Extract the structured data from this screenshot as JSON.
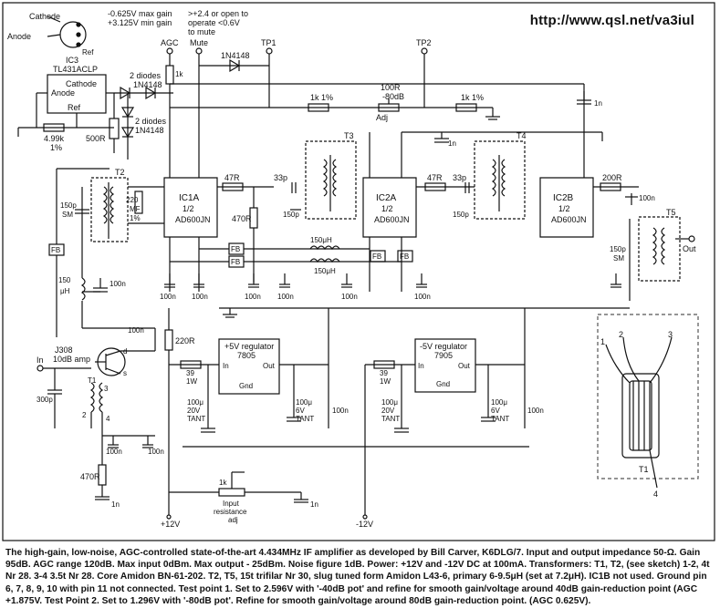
{
  "url": "http://www.qsl.net/va3iul",
  "pinout": {
    "cathode": "Cathode",
    "anode": "Anode",
    "ref": "Ref"
  },
  "ic3": {
    "name": "IC3",
    "part": "TL431ACLP",
    "cathode": "Cathode",
    "anode": "Anode",
    "ref": "Ref"
  },
  "notes": {
    "agc_range": "-0.625V max gain",
    "agc_range2": "+3.125V min gain",
    "mute_1": ">+2.4 or open to",
    "mute_2": "operate <0.6V",
    "mute_3": "to mute"
  },
  "labels": {
    "agc": "AGC",
    "mute": "Mute",
    "tp1": "TP1",
    "tp2": "TP2",
    "d1n4148": "1N4148",
    "two_diodes": "2 diodes",
    "k1": "1k",
    "r1k1": "1k 1%",
    "r100r": "100R",
    "r80db": "-80dB",
    "adj": "Adj",
    "r1k2": "1k 1%",
    "r1n": "1n",
    "r499k": "4.99k",
    "pct1": "1%",
    "r500": "500R",
    "t2": "T2",
    "t4": "T4",
    "t3": "T3",
    "t5": "T5",
    "c150p": "150p",
    "sm": "SM",
    "r220": "220",
    "mf": "MF",
    "r47": "47R",
    "c33p": "33p",
    "r470": "470R",
    "r200": "200R",
    "c100n": "100n",
    "fb": "FB",
    "l150": "150μH",
    "l150u": "150",
    "uh": "μH",
    "out": "Out",
    "in": "In",
    "j308": "J308",
    "amp": "10dB amp",
    "r220r": "220R",
    "r39": "39",
    "w1": "1W",
    "c300p": "300p",
    "r470r": "470R",
    "c100u": "100μ",
    "v20": "20V",
    "v6": "6V",
    "tant": "TANT",
    "gnd": "Gnd",
    "reg5": "+5V regulator",
    "p7805": "7805",
    "regm5": "-5V regulator",
    "p7905": "7905",
    "k1adj": "1k",
    "gain_adj": "Input",
    "gain_adj2": "resistance",
    "gain_adj3": "adj",
    "v12p": "+12V",
    "v12m": "-12V",
    "t1": "T1",
    "w1n": "1",
    "w2n": "2",
    "w3n": "3",
    "w4n": "4"
  },
  "ics": [
    {
      "ref": "IC1A",
      "half": "1/2",
      "part": "AD600JN"
    },
    {
      "ref": "IC2A",
      "half": "1/2",
      "part": "AD600JN"
    },
    {
      "ref": "IC2B",
      "half": "1/2",
      "part": "AD600JN"
    }
  ],
  "caption": "The high-gain, low-noise, AGC-controlled state-of-the-art 4.434MHz IF amplifier as developed by Bill Carver, K6DLG/7. Input and output impedance 50-Ω. Gain 95dB. AGC range 120dB. Max input 0dBm. Max output - 25dBm. Noise figure 1dB. Power: +12V and -12V DC at 100mA. Transformers: T1, T2, (see sketch) 1-2, 4t Nr 28. 3-4 3.5t Nr 28. Core Amidon BN-61-202. T2, T5, 15t trifilar Nr 30, slug tuned form Amidon L43-6, primary 6-9.5μH (set at 7.2μH). IC1B not used. Ground pin 6, 7, 8, 9, 10 with pin 11 not connected. Test point 1. Set to 2.596V with '-40dB pot' and refine for smooth gain/voltage around 40dB gain-reduction point (AGC +1.875V. Test Point 2. Set to 1.296V with '-80dB pot'. Refine for smooth gain/voltage around 80dB gain-reduction point. (AGC 0.625V)."
}
